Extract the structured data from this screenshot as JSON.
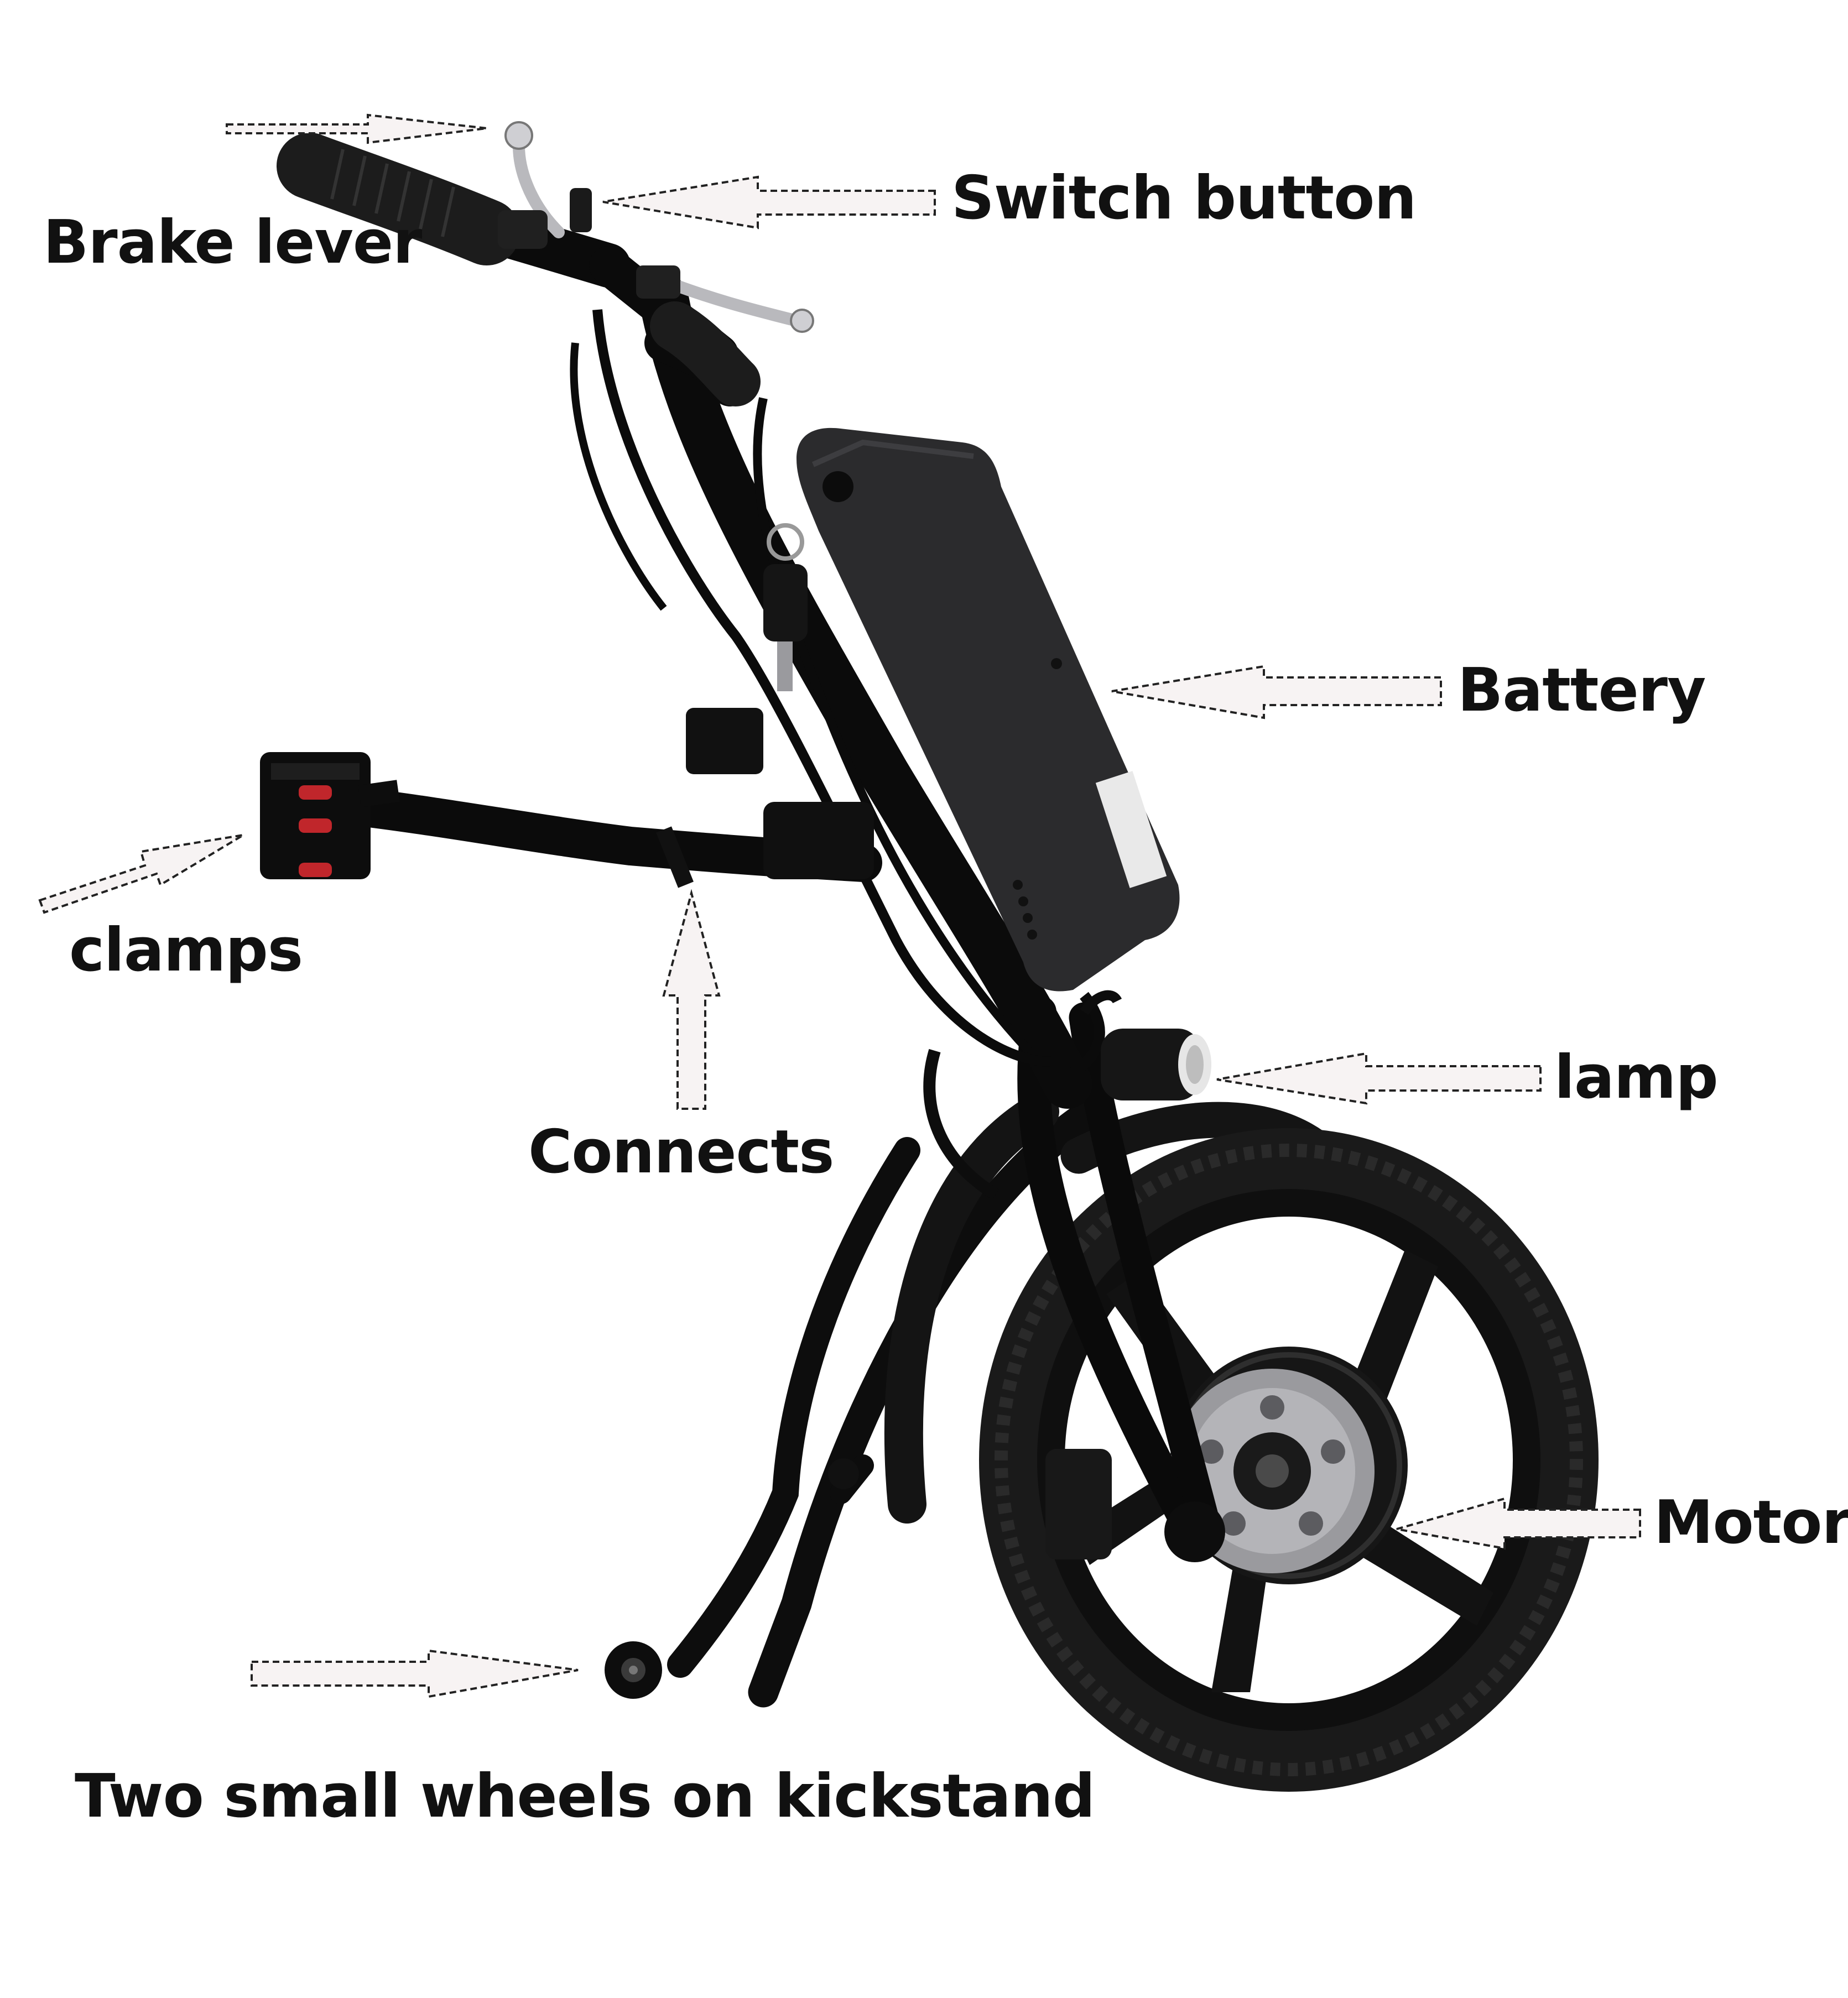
{
  "labels": {
    "brake_lever": "Brake lever",
    "switch_button": "Switch button",
    "battery": "Battery",
    "clamps": "clamps",
    "connects": "Connects",
    "lamp": "lamp",
    "motor": "Motor",
    "kickstand_wheels": "Two small wheels on kickstand"
  },
  "colors": {
    "background": "#ffffff",
    "label_text": "#111111",
    "frame": "#0d0d0d",
    "battery": "#2b2b2d",
    "tire": "#1a1a1a",
    "disc": "#9a9a9e",
    "clamp_red": "#c0262b",
    "arrow_stroke": "#222222",
    "arrow_fill": "#f7f3f3"
  }
}
